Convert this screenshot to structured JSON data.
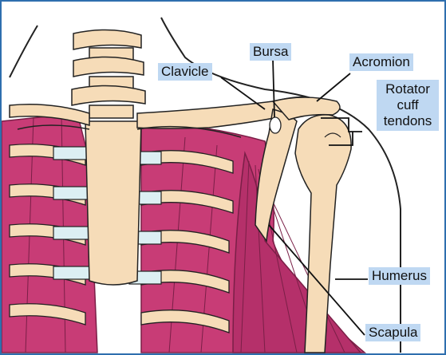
{
  "labels": {
    "bursa": "Bursa",
    "clavicle": "Clavicle",
    "acromion": "Acromion",
    "rotator_line1": "Rotator",
    "rotator_line2": "cuff",
    "rotator_line3": "tendons",
    "humerus": "Humerus",
    "scapula": "Scapula"
  },
  "colors": {
    "border": "#2e6fae",
    "label_bg": "#bfd8f2",
    "bone": "#f6dcb8",
    "cartilage": "#dceff3",
    "muscle": "#c83c76",
    "muscle_line": "#7a1f47",
    "outline": "#222222"
  }
}
